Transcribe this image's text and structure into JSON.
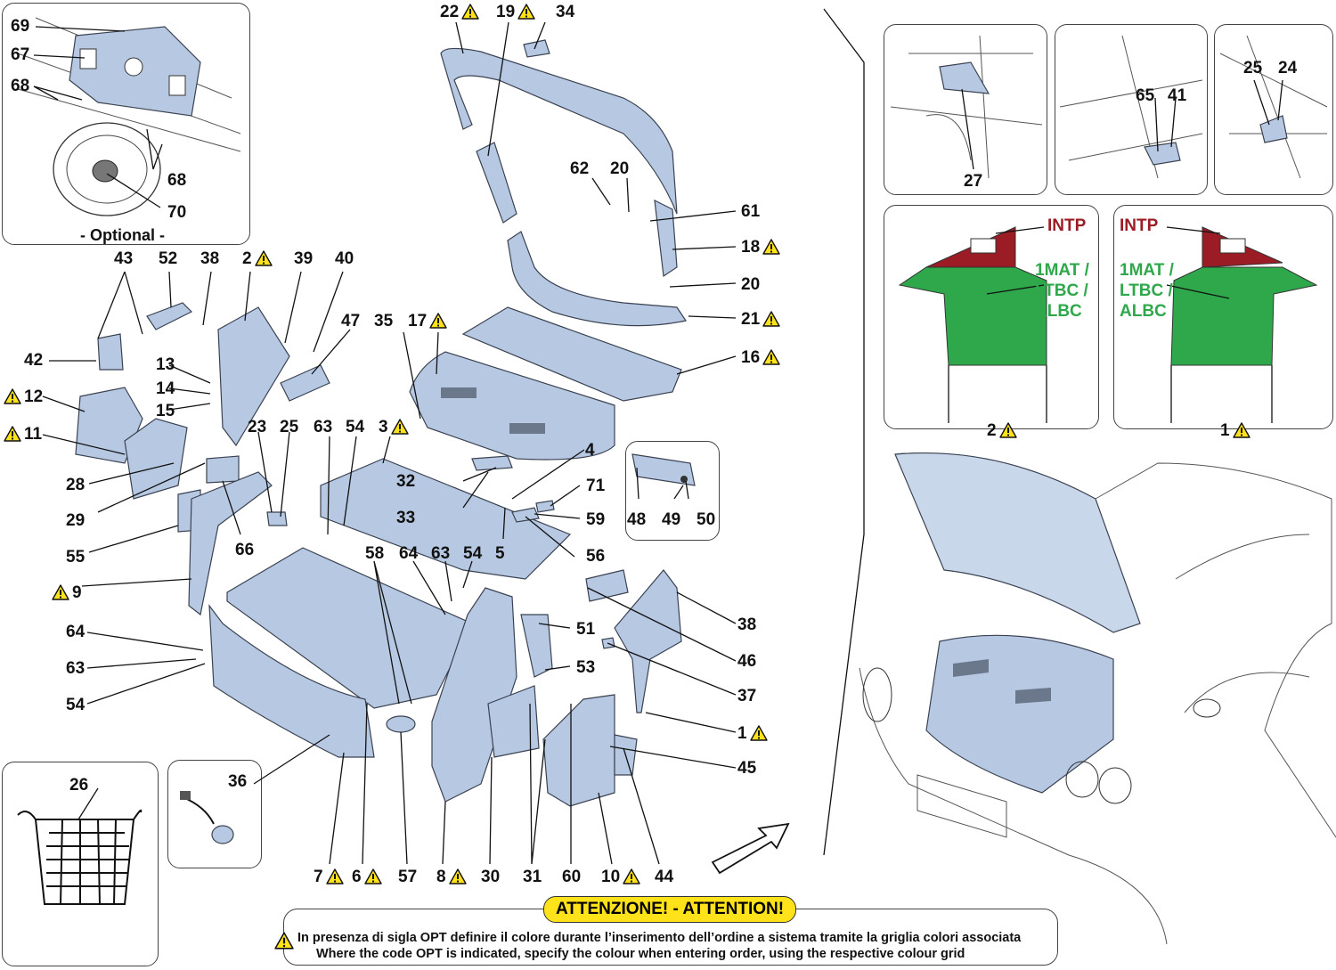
{
  "callouts": [
    {
      "id": "c69",
      "label": "69",
      "warn": false
    },
    {
      "id": "c67",
      "label": "67",
      "warn": false
    },
    {
      "id": "c68a",
      "label": "68",
      "warn": false
    },
    {
      "id": "c68b",
      "label": "68",
      "warn": false
    },
    {
      "id": "c70",
      "label": "70",
      "warn": false
    },
    {
      "id": "c43",
      "label": "43",
      "warn": false
    },
    {
      "id": "c52",
      "label": "52",
      "warn": false
    },
    {
      "id": "c38a",
      "label": "38",
      "warn": false
    },
    {
      "id": "c2",
      "label": "2",
      "warn": true
    },
    {
      "id": "c39",
      "label": "39",
      "warn": false
    },
    {
      "id": "c40",
      "label": "40",
      "warn": false
    },
    {
      "id": "c47",
      "label": "47",
      "warn": false
    },
    {
      "id": "c42",
      "label": "42",
      "warn": false
    },
    {
      "id": "c13",
      "label": "13",
      "warn": false
    },
    {
      "id": "c14",
      "label": "14",
      "warn": false
    },
    {
      "id": "c15",
      "label": "15",
      "warn": false
    },
    {
      "id": "c12",
      "label": "12",
      "warn": true
    },
    {
      "id": "c11",
      "label": "11",
      "warn": true
    },
    {
      "id": "c28",
      "label": "28",
      "warn": false
    },
    {
      "id": "c29",
      "label": "29",
      "warn": false
    },
    {
      "id": "c23",
      "label": "23",
      "warn": false
    },
    {
      "id": "c25a",
      "label": "25",
      "warn": false
    },
    {
      "id": "c55",
      "label": "55",
      "warn": false
    },
    {
      "id": "c66",
      "label": "66",
      "warn": false
    },
    {
      "id": "c9",
      "label": "9",
      "warn": true
    },
    {
      "id": "c64a",
      "label": "64",
      "warn": false
    },
    {
      "id": "c63a",
      "label": "63",
      "warn": false
    },
    {
      "id": "c54a",
      "label": "54",
      "warn": false
    },
    {
      "id": "c26",
      "label": "26",
      "warn": false
    },
    {
      "id": "c36",
      "label": "36",
      "warn": false
    },
    {
      "id": "c7",
      "label": "7",
      "warn": true
    },
    {
      "id": "c6",
      "label": "6",
      "warn": true
    },
    {
      "id": "c57",
      "label": "57",
      "warn": false
    },
    {
      "id": "c8",
      "label": "8",
      "warn": true
    },
    {
      "id": "c30",
      "label": "30",
      "warn": false
    },
    {
      "id": "c31",
      "label": "31",
      "warn": false
    },
    {
      "id": "c60",
      "label": "60",
      "warn": false
    },
    {
      "id": "c10",
      "label": "10",
      "warn": true
    },
    {
      "id": "c44",
      "label": "44",
      "warn": false
    },
    {
      "id": "c22",
      "label": "22",
      "warn": true
    },
    {
      "id": "c19",
      "label": "19",
      "warn": true
    },
    {
      "id": "c34",
      "label": "34",
      "warn": false
    },
    {
      "id": "c62",
      "label": "62",
      "warn": false
    },
    {
      "id": "c20a",
      "label": "20",
      "warn": false
    },
    {
      "id": "c61",
      "label": "61",
      "warn": false
    },
    {
      "id": "c18",
      "label": "18",
      "warn": true
    },
    {
      "id": "c20b",
      "label": "20",
      "warn": false
    },
    {
      "id": "c21",
      "label": "21",
      "warn": true
    },
    {
      "id": "c35",
      "label": "35",
      "warn": false
    },
    {
      "id": "c17",
      "label": "17",
      "warn": true
    },
    {
      "id": "c16",
      "label": "16",
      "warn": true
    },
    {
      "id": "c63b",
      "label": "63",
      "warn": false
    },
    {
      "id": "c54b",
      "label": "54",
      "warn": false
    },
    {
      "id": "c3",
      "label": "3",
      "warn": true
    },
    {
      "id": "c4",
      "label": "4",
      "warn": false
    },
    {
      "id": "c32",
      "label": "32",
      "warn": false
    },
    {
      "id": "c33",
      "label": "33",
      "warn": false
    },
    {
      "id": "c71",
      "label": "71",
      "warn": false
    },
    {
      "id": "c59",
      "label": "59",
      "warn": false
    },
    {
      "id": "c5",
      "label": "5",
      "warn": false
    },
    {
      "id": "c56",
      "label": "56",
      "warn": false
    },
    {
      "id": "c58",
      "label": "58",
      "warn": false
    },
    {
      "id": "c64b",
      "label": "64",
      "warn": false
    },
    {
      "id": "c63c",
      "label": "63",
      "warn": false
    },
    {
      "id": "c54c",
      "label": "54",
      "warn": false
    },
    {
      "id": "c48",
      "label": "48",
      "warn": false
    },
    {
      "id": "c49",
      "label": "49",
      "warn": false
    },
    {
      "id": "c50",
      "label": "50",
      "warn": false
    },
    {
      "id": "c51",
      "label": "51",
      "warn": false
    },
    {
      "id": "c53",
      "label": "53",
      "warn": false
    },
    {
      "id": "c38b",
      "label": "38",
      "warn": false
    },
    {
      "id": "c46",
      "label": "46",
      "warn": false
    },
    {
      "id": "c37",
      "label": "37",
      "warn": false
    },
    {
      "id": "c1",
      "label": "1",
      "warn": true
    },
    {
      "id": "c45",
      "label": "45",
      "warn": false
    },
    {
      "id": "c27",
      "label": "27",
      "warn": false
    },
    {
      "id": "c65",
      "label": "65",
      "warn": false
    },
    {
      "id": "c41",
      "label": "41",
      "warn": false
    },
    {
      "id": "c25b",
      "label": "25",
      "warn": false
    },
    {
      "id": "c24",
      "label": "24",
      "warn": false
    },
    {
      "id": "cv2",
      "label": "2",
      "warn": true
    },
    {
      "id": "cv1",
      "label": "1",
      "warn": true
    }
  ],
  "optional_label": "- Optional -",
  "variant_codes": {
    "left": {
      "red": "INTP",
      "green": [
        "1MAT /",
        "LTBC /",
        "ALBC"
      ]
    },
    "right": {
      "red": "INTP",
      "green": [
        "1MAT /",
        "LTBC /",
        "ALBC"
      ]
    }
  },
  "colors": {
    "part_fill": "#b7c9e2",
    "intp_red": "#9b1c24",
    "mat_green": "#2ea84a",
    "attention_yellow": "#ffe21a"
  },
  "attention": {
    "title": "ATTENZIONE! - ATTENTION!",
    "line_it": "In presenza di sigla OPT definire il colore durante l’inserimento dell’ordine a sistema tramite la griglia colori associata",
    "line_en": "Where the code OPT is indicated, specify the colour when entering order, using the respective colour grid"
  }
}
